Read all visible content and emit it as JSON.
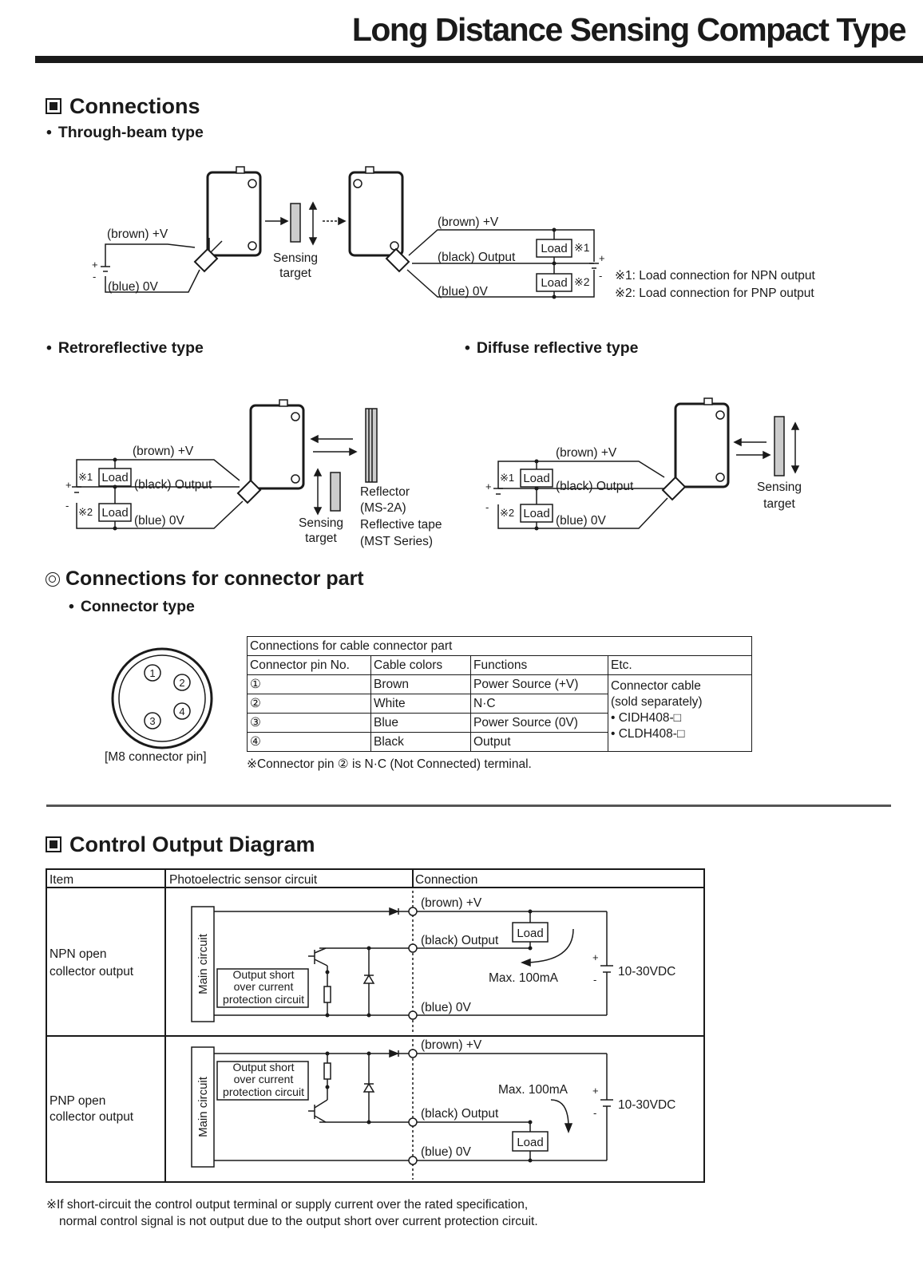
{
  "title": "Long Distance Sensing Compact Type",
  "connections": {
    "heading": "Connections",
    "through_beam": {
      "heading": "Through-beam type",
      "brown_v": "(brown) +V",
      "blue_0v": "(blue) 0V",
      "black_output": "(black) Output",
      "plus": "+",
      "minus": "-",
      "sensing": "Sensing",
      "target": "target",
      "load": "Load",
      "mark1": "※1",
      "mark2": "※2",
      "note1": "※1: Load connection for NPN output",
      "note2": "※2: Load connection for PNP output"
    },
    "retro": {
      "heading": "Retroreflective type",
      "brown_v": "(brown) +V",
      "black_output": "(black) Output",
      "blue_0v": "(blue) 0V",
      "load": "Load",
      "mark1": "※1",
      "mark2": "※2",
      "plus": "+",
      "minus": "-",
      "sensing": "Sensing",
      "target": "target",
      "reflector_lines": [
        "Reflector",
        "(MS-2A)",
        "Reflective tape",
        "(MST Series)"
      ]
    },
    "diffuse": {
      "heading": "Diffuse reflective type",
      "brown_v": "(brown) +V",
      "black_output": "(black) Output",
      "blue_0v": "(blue) 0V",
      "load": "Load",
      "mark1": "※1",
      "mark2": "※2",
      "plus": "+",
      "minus": "-",
      "sensing": "Sensing",
      "target": "target"
    }
  },
  "connector": {
    "heading": "Connections for connector part",
    "subheading": "Connector type",
    "pin_caption": "[M8 connector pin]",
    "pins": [
      "1",
      "2",
      "3",
      "4"
    ],
    "table": {
      "caption": "Connections for cable connector part",
      "headers": [
        "Connector pin No.",
        "Cable colors",
        "Functions",
        "Etc."
      ],
      "rows": [
        [
          "①",
          "Brown",
          "Power Source (+V)"
        ],
        [
          "②",
          "White",
          "N·C"
        ],
        [
          "③",
          "Blue",
          "Power Source (0V)"
        ],
        [
          "④",
          "Black",
          "Output"
        ]
      ],
      "etc_lines": [
        "Connector cable",
        "(sold separately)",
        "• CIDH408-□",
        "• CLDH408-□"
      ]
    },
    "note": "※Connector pin ② is N·C (Not Connected) terminal."
  },
  "control": {
    "heading": "Control Output Diagram",
    "headers": [
      "Item",
      "Photoelectric sensor circuit",
      "Connection"
    ],
    "main_circuit": "Main circuit",
    "protection_lines": [
      "Output short",
      "over current",
      "protection circuit"
    ],
    "npn": {
      "item_lines": [
        "NPN open",
        "collector output"
      ],
      "brown_v": "(brown) +V",
      "black_output": "(black) Output",
      "blue_0v": "(blue) 0V",
      "load": "Load",
      "max": "Max. 100mA",
      "supply": "10-30VDC",
      "plus": "+",
      "minus": "-"
    },
    "pnp": {
      "item_lines": [
        "PNP open",
        "collector output"
      ],
      "brown_v": "(brown) +V",
      "black_output": "(black) Output",
      "blue_0v": "(blue) 0V",
      "load": "Load",
      "max": "Max. 100mA",
      "supply": "10-30VDC",
      "plus": "+",
      "minus": "-"
    },
    "footnote_lines": [
      "※If short-circuit the control output terminal or supply current over the rated specification,",
      "normal control signal is not output due to the output short over current protection circuit."
    ]
  }
}
